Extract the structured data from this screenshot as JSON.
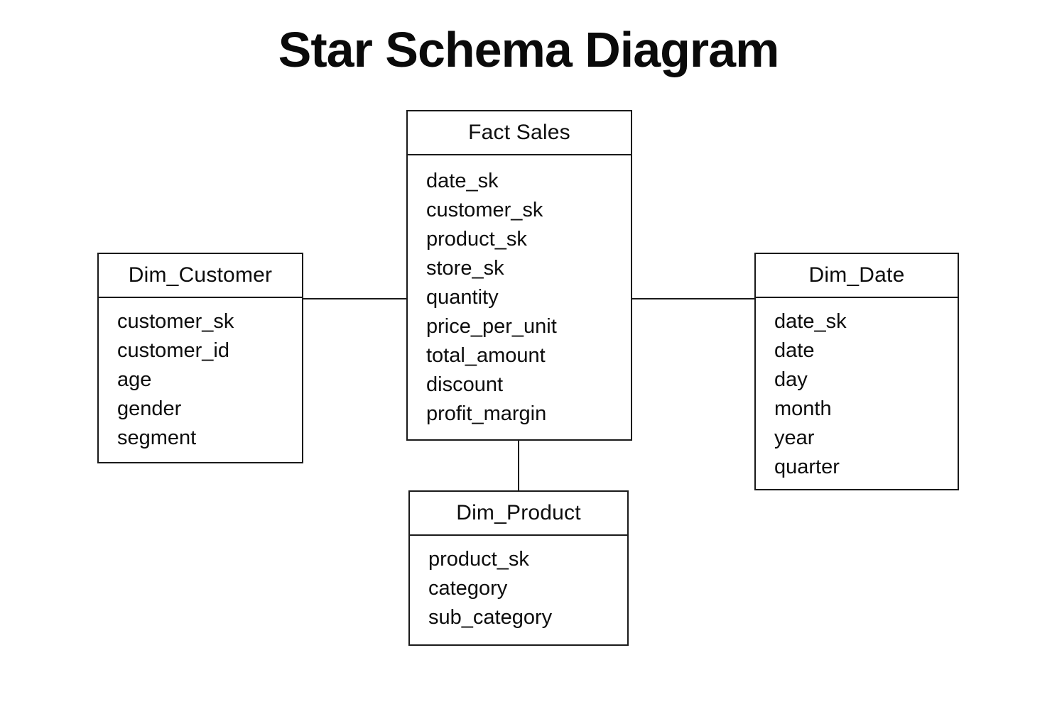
{
  "title": "Star Schema Diagram",
  "colors": {
    "background": "#ffffff",
    "border": "#1a1a1a",
    "text": "#0d0d0d"
  },
  "tables": {
    "fact_sales": {
      "name": "Fact Sales",
      "fields": [
        "date_sk",
        "customer_sk",
        "product_sk",
        "store_sk",
        "quantity",
        "price_per_unit",
        "total_amount",
        "discount",
        "profit_margin"
      ]
    },
    "dim_customer": {
      "name": "Dim_Customer",
      "fields": [
        "customer_sk",
        "customer_id",
        "age",
        "gender",
        "segment"
      ]
    },
    "dim_date": {
      "name": "Dim_Date",
      "fields": [
        "date_sk",
        "date",
        "day",
        "month",
        "year",
        "quarter"
      ]
    },
    "dim_product": {
      "name": "Dim_Product",
      "fields": [
        "product_sk",
        "category",
        "sub_category"
      ]
    }
  },
  "connections": [
    {
      "from": "Dim_Customer",
      "to": "Fact Sales"
    },
    {
      "from": "Fact Sales",
      "to": "Dim_Date"
    },
    {
      "from": "Fact Sales",
      "to": "Dim_Product"
    }
  ]
}
